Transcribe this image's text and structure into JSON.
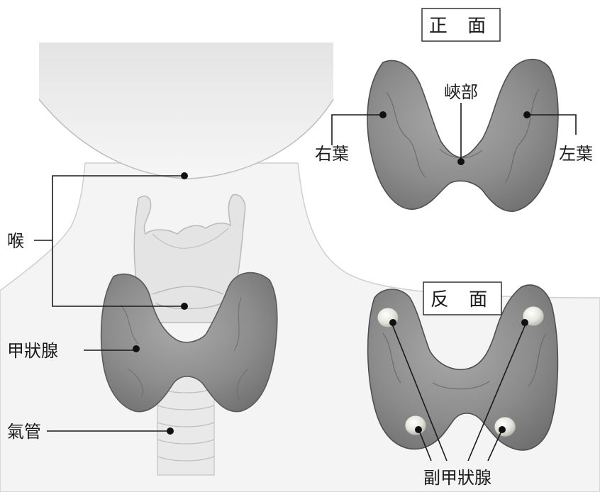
{
  "views": {
    "front": "正 面",
    "back": "反 面"
  },
  "labels": {
    "isthmus": "峽部",
    "right_lobe": "右葉",
    "left_lobe": "左葉",
    "larynx": "喉",
    "thyroid": "甲狀腺",
    "trachea": "氣管",
    "parathyroid": "副甲狀腺"
  },
  "colors": {
    "gland_fill": "#8e8e8e",
    "gland_stroke": "#5a5a5a",
    "neck_fill": "#efefef",
    "cartilage_fill": "#e2e2e2",
    "parathyroid_fill": "#e8e8e0"
  }
}
